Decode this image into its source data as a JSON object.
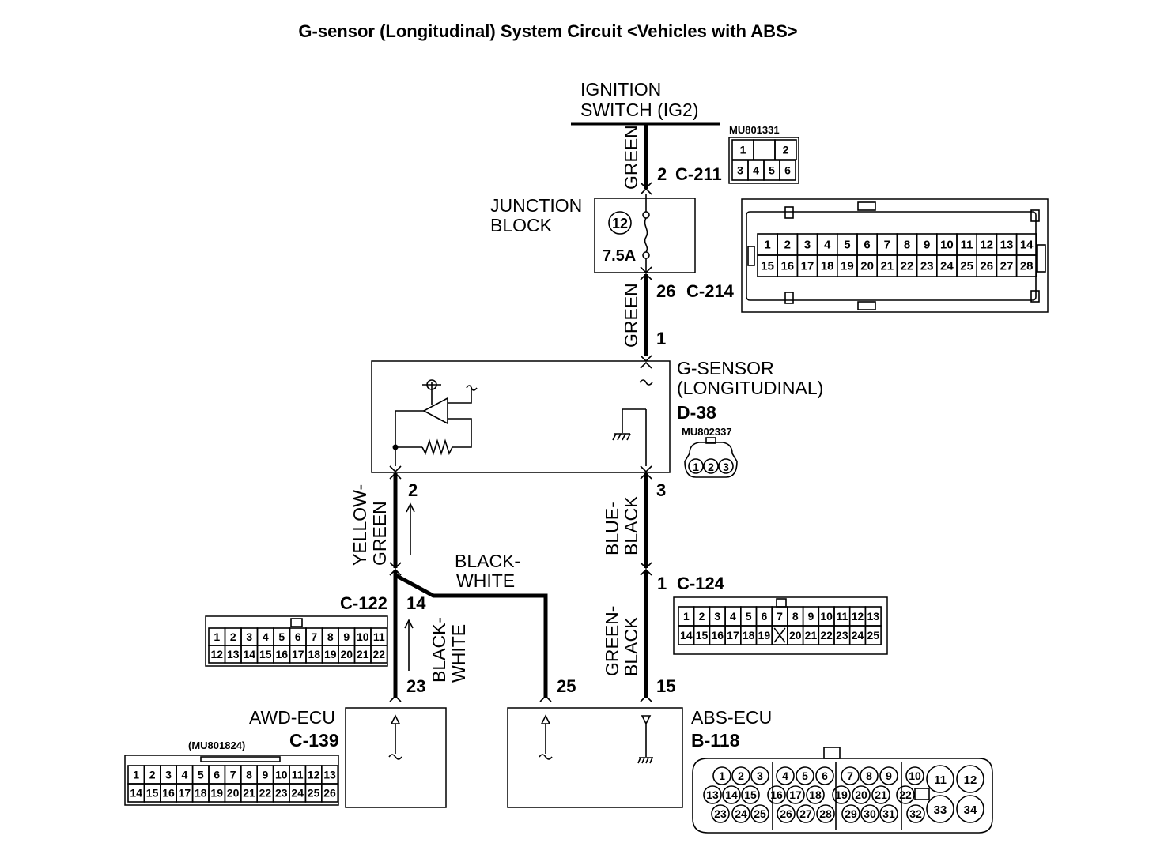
{
  "title": "G-sensor (Longitudinal) System Circuit <Vehicles with ABS>",
  "ignition_switch": {
    "line1": "IGNITION",
    "line2": "SWITCH (IG2)"
  },
  "junction_block": {
    "line1": "JUNCTION",
    "line2": "BLOCK",
    "fuse_no": "12",
    "fuse_rating": "7.5A"
  },
  "g_sensor": {
    "line1": "G-SENSOR",
    "line2": "(LONGITUDINAL)",
    "connector": "D-38",
    "part_no": "MU802337",
    "pins": [
      "1",
      "2",
      "3"
    ]
  },
  "awd_ecu": {
    "label": "AWD-ECU",
    "connector": "C-139",
    "part_no": "(MU801824)"
  },
  "abs_ecu": {
    "label": "ABS-ECU",
    "connector": "B-118"
  },
  "wires": {
    "ig_green": "GREEN",
    "jb_green": "GREEN",
    "yellow_green_1": "YELLOW-",
    "yellow_green_2": "GREEN",
    "blue_black_1": "BLUE-",
    "blue_black_2": "BLACK",
    "black_white_a1": "BLACK-",
    "black_white_a2": "WHITE",
    "black_white_b1": "BLACK-",
    "black_white_b2": "WHITE",
    "green_black_1": "GREEN-",
    "green_black_2": "BLACK"
  },
  "terminals": {
    "c211_pin": "2",
    "c211": "C-211",
    "c214_pin": "26",
    "c214": "C-214",
    "gs_pin1": "1",
    "gs_pin2": "2",
    "gs_pin3": "3",
    "c124_pin": "1",
    "c124": "C-124",
    "c122": "C-122",
    "c122_pin": "14",
    "awd_pin": "23",
    "abs_pin25": "25",
    "abs_pin15": "15"
  },
  "connectors": {
    "c211": {
      "part_no": "MU801331",
      "row1": [
        "1",
        "",
        "2"
      ],
      "row2": [
        "3",
        "4",
        "5",
        "6"
      ]
    },
    "c214": {
      "row1": [
        "1",
        "2",
        "3",
        "4",
        "5",
        "6",
        "7",
        "8",
        "9",
        "10",
        "11",
        "12",
        "13",
        "14"
      ],
      "row2": [
        "15",
        "16",
        "17",
        "18",
        "19",
        "20",
        "21",
        "22",
        "23",
        "24",
        "25",
        "26",
        "27",
        "28"
      ]
    },
    "c124": {
      "row1": [
        "1",
        "2",
        "3",
        "4",
        "5",
        "6",
        "7",
        "8",
        "9",
        "10",
        "11",
        "12",
        "13"
      ],
      "row2": [
        "14",
        "15",
        "16",
        "17",
        "18",
        "19",
        "",
        "20",
        "21",
        "22",
        "23",
        "24",
        "25"
      ]
    },
    "c122": {
      "row1": [
        "1",
        "2",
        "3",
        "4",
        "5",
        "6",
        "7",
        "8",
        "9",
        "10",
        "11"
      ],
      "row2": [
        "12",
        "13",
        "14",
        "15",
        "16",
        "17",
        "18",
        "19",
        "20",
        "21",
        "22"
      ]
    },
    "c139": {
      "row1": [
        "1",
        "2",
        "3",
        "4",
        "5",
        "6",
        "7",
        "8",
        "9",
        "10",
        "11",
        "12",
        "13"
      ],
      "row2": [
        "14",
        "15",
        "16",
        "17",
        "18",
        "19",
        "20",
        "21",
        "22",
        "23",
        "24",
        "25",
        "26"
      ]
    },
    "b118": {
      "row1": [
        "1",
        "2",
        "3",
        "4",
        "5",
        "6",
        "7",
        "8",
        "9",
        "10"
      ],
      "row2": [
        "13",
        "14",
        "15",
        "16",
        "17",
        "18",
        "19",
        "20",
        "21",
        "22"
      ],
      "row3": [
        "23",
        "24",
        "25",
        "26",
        "27",
        "28",
        "29",
        "30",
        "31",
        "32"
      ],
      "big": [
        "11",
        "12",
        "33",
        "34"
      ]
    }
  }
}
